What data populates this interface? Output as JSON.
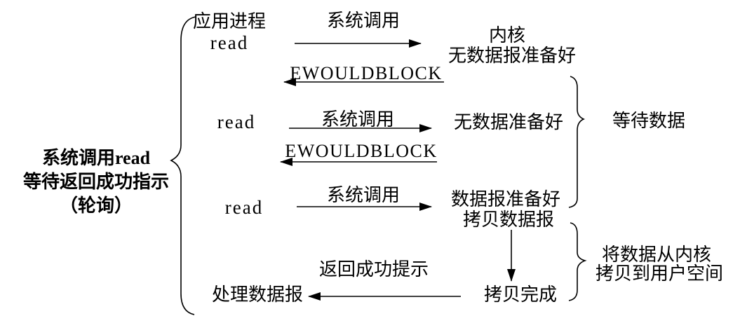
{
  "diagram": {
    "left_summary": {
      "lines": [
        "系统调用read",
        "等待返回成功指示",
        "（轮询）"
      ]
    },
    "app": {
      "header": "应用进程",
      "read1": "read",
      "read2": "read",
      "read3": "read",
      "process_datagram": "处理数据报"
    },
    "kernel": {
      "header": "内核",
      "no_datagram_ready": "无数据报准备好",
      "no_data_ready": "无数据准备好",
      "datagram_ready": "数据报准备好",
      "copy_datagram": "拷贝数据报",
      "copy_complete": "拷贝完成"
    },
    "arrows": {
      "syscall1": "系统调用",
      "ewouldblock1": "EWOULDBLOCK",
      "syscall2": "系统调用",
      "ewouldblock2": "EWOULDBLOCK",
      "syscall3": "系统调用",
      "return_success": "返回成功提示"
    },
    "annotations": {
      "wait_data": "等待数据",
      "copy_note_line1": "将数据从内核",
      "copy_note_line2": "拷贝到用户空间"
    },
    "colors": {
      "ink": "#000000",
      "background": "#ffffff"
    }
  }
}
